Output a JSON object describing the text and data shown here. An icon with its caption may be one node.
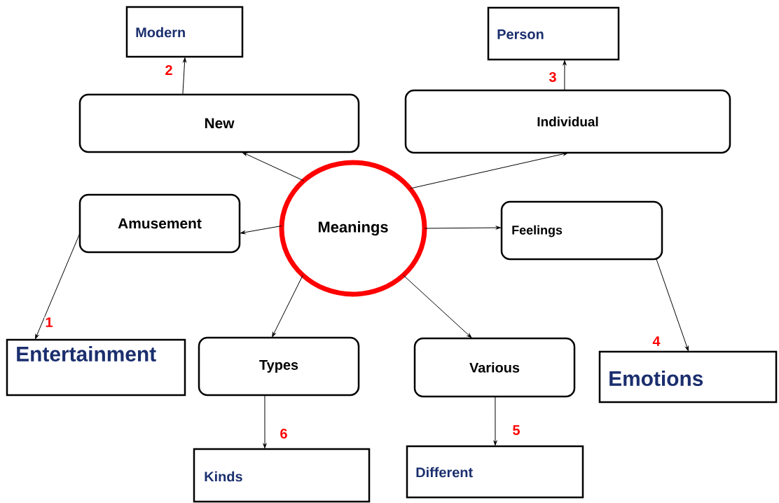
{
  "diagram": {
    "nodes": [
      {
        "text": [
          "Modern"
        ]
      },
      {
        "text": [
          "Person"
        ]
      },
      {
        "text": [
          "New"
        ]
      },
      {
        "text": [
          "Individual"
        ]
      },
      {
        "text": [
          "Amusement"
        ]
      },
      {
        "text": [
          "Meanings"
        ]
      },
      {
        "text": [
          "Feelings"
        ]
      },
      {
        "text": [
          "Entertainment"
        ]
      },
      {
        "text": [
          "Types"
        ]
      },
      {
        "text": [
          "Various"
        ]
      },
      {
        "text": [
          "Emotions"
        ]
      },
      {
        "text": [
          "Kinds"
        ]
      },
      {
        "text": [
          "Different"
        ]
      }
    ],
    "edges": [
      {
        "from": 2,
        "to": 0,
        "arrow": "to",
        "label": "2"
      },
      {
        "from": 3,
        "to": 1,
        "arrow": "to",
        "label": "3"
      },
      {
        "from": 5,
        "to": 2,
        "arrow": "to"
      },
      {
        "from": 5,
        "to": 3,
        "arrow": "to"
      },
      {
        "from": 5,
        "to": 4,
        "arrow": "to"
      },
      {
        "from": 5,
        "to": 6,
        "arrow": "to"
      },
      {
        "from": 4,
        "to": 7,
        "arrow": "to",
        "label": "1"
      },
      {
        "from": 5,
        "to": 8,
        "arrow": "to"
      },
      {
        "from": 5,
        "to": 9,
        "arrow": "to"
      },
      {
        "from": 6,
        "to": 10,
        "arrow": "to",
        "label": "4"
      },
      {
        "from": 9,
        "to": 12,
        "arrow": "to",
        "label": "5"
      },
      {
        "from": 8,
        "to": 11,
        "arrow": "to",
        "label": "6"
      }
    ]
  }
}
